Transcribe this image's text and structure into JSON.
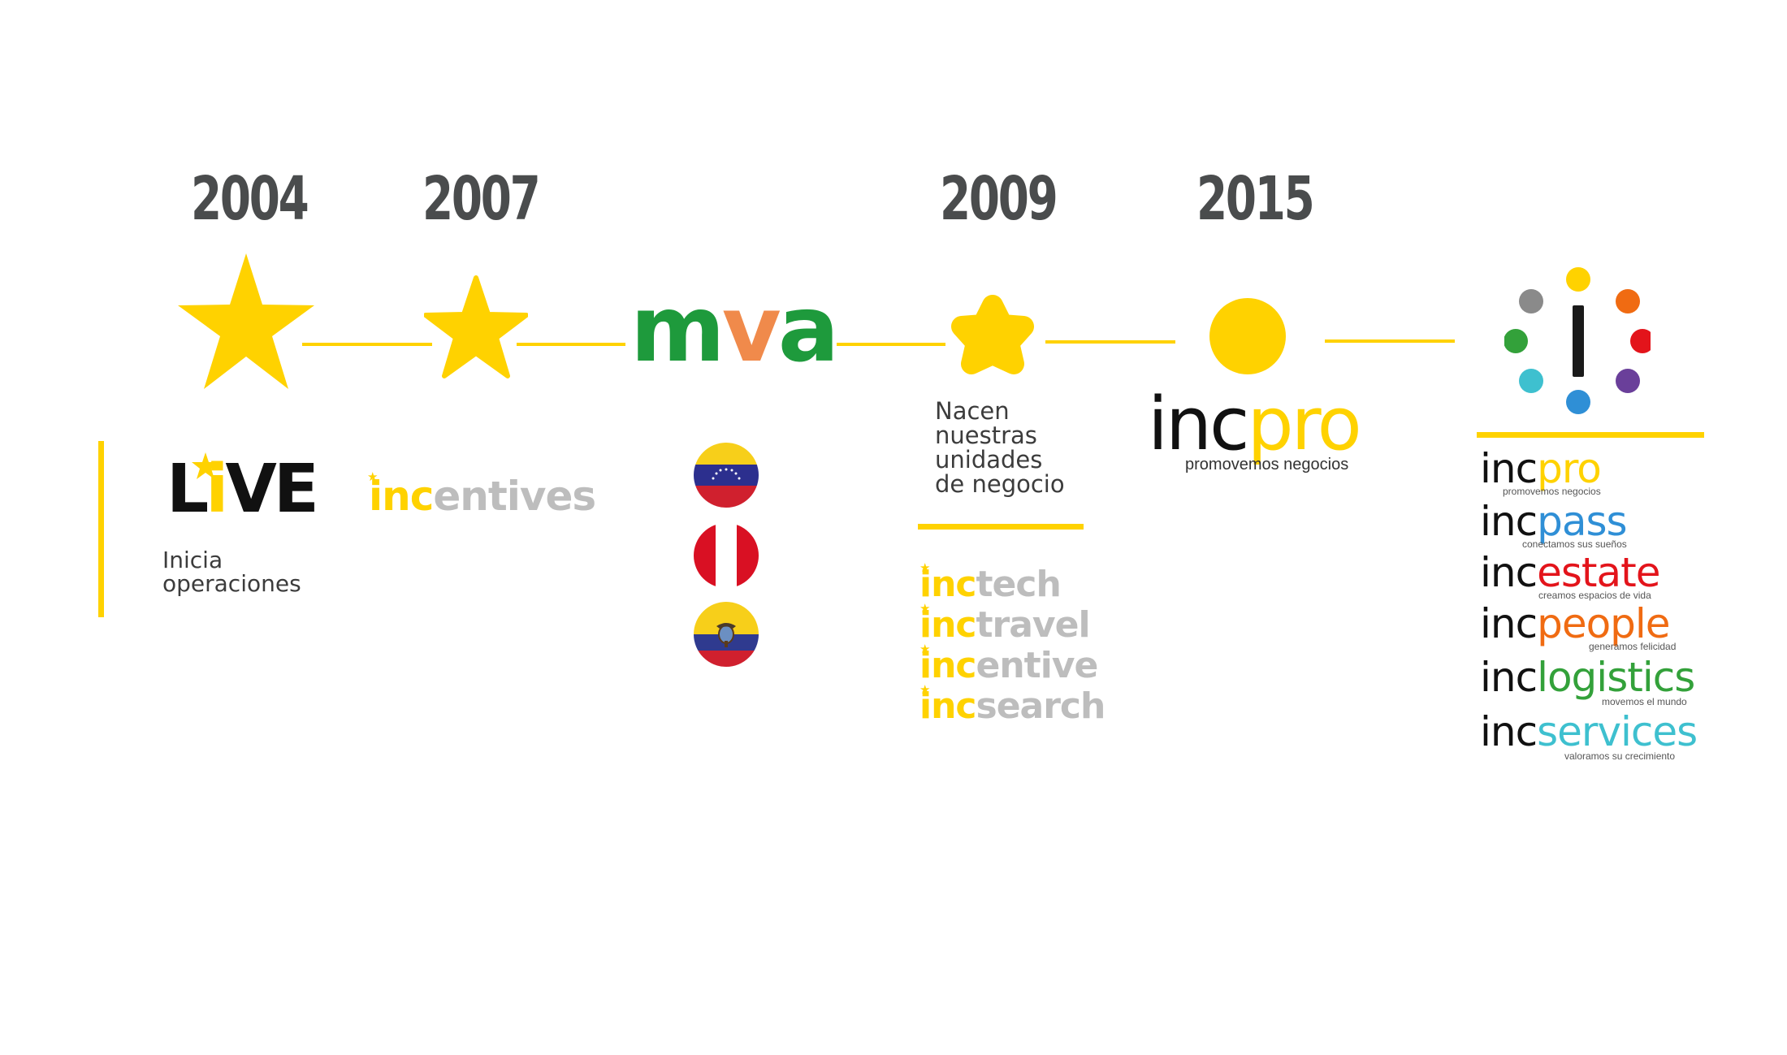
{
  "years": [
    "2004",
    "2007",
    "2009",
    "2015"
  ],
  "live_logo": {
    "text_before": "L",
    "text_i": "i",
    "text_after": "VE"
  },
  "live_caption": [
    "Inicia",
    "operaciones"
  ],
  "incentives_logo": {
    "prefix": "inc",
    "suffix": "entives"
  },
  "mva_logo": {
    "m": "m",
    "v": "v",
    "a": "a"
  },
  "flags": [
    "venezuela-flag",
    "peru-flag",
    "ecuador-flag"
  ],
  "units_caption": [
    "Nacen",
    "nuestras",
    "unidades",
    "de negocio"
  ],
  "units": [
    {
      "prefix": "inc",
      "suffix": "tech"
    },
    {
      "prefix": "inc",
      "suffix": "travel"
    },
    {
      "prefix": "inc",
      "suffix": "entive"
    },
    {
      "prefix": "inc",
      "suffix": "search"
    }
  ],
  "incpro_logo": {
    "prefix": "inc",
    "suffix": "pro",
    "tagline": "promovemos negocios"
  },
  "brands": [
    {
      "prefix": "inc",
      "suffix": "pro",
      "tagline": "promovemos negocios",
      "color": "#ffd200"
    },
    {
      "prefix": "inc",
      "suffix": "pass",
      "tagline": "conectamos sus sueños",
      "color": "#2f8fd6"
    },
    {
      "prefix": "inc",
      "suffix": "estate",
      "tagline": "creamos espacios de vida",
      "color": "#e3141b"
    },
    {
      "prefix": "inc",
      "suffix": "people",
      "tagline": "generamos felicidad",
      "color": "#f06b12"
    },
    {
      "prefix": "inc",
      "suffix": "logistics",
      "tagline": "movemos el mundo",
      "color": "#33a13a"
    },
    {
      "prefix": "inc",
      "suffix": "services",
      "tagline": "valoramos su crecimiento",
      "color": "#3ec0cf"
    }
  ],
  "colors": {
    "accent": "#ffd200",
    "year_text": "#4a4c4d",
    "mva_green": "#1e9a3c",
    "mva_orange": "#f08a4b"
  },
  "hub_dots": [
    "#ffd200",
    "#f06b12",
    "#e3141b",
    "#6a3f9a",
    "#2f8fd6",
    "#3ec0cf",
    "#33a13a",
    "#8a8a8a"
  ]
}
